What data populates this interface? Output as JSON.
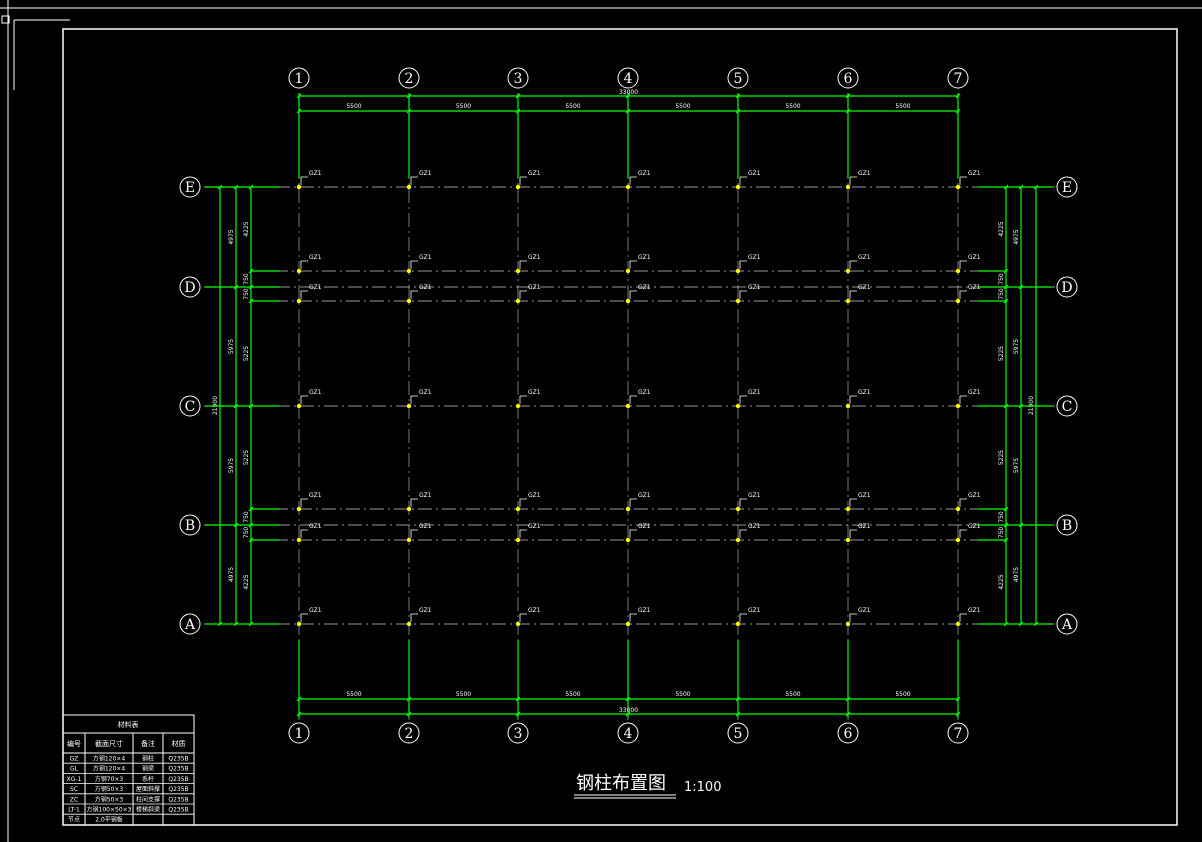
{
  "drawing": {
    "title": "钢柱布置图",
    "scale": "1:100",
    "column_tag": "GZ1"
  },
  "axes_x": {
    "labels": [
      "1",
      "2",
      "3",
      "4",
      "5",
      "6",
      "7"
    ],
    "spans": [
      "5500",
      "5500",
      "5500",
      "5500",
      "5500",
      "5500"
    ],
    "total": "33000"
  },
  "axes_y": {
    "labels": [
      "E",
      "D",
      "C",
      "B",
      "A"
    ],
    "left_outer": [
      "4975",
      "5975",
      "5975",
      "4975"
    ],
    "left_inner": [
      "4225",
      "750",
      "750",
      "5225",
      "5225",
      "750",
      "750",
      "4225"
    ],
    "right_inner": [
      "4225",
      "750",
      "750",
      "5225",
      "5225",
      "750",
      "750",
      "4225"
    ],
    "right_outer": [
      "4975",
      "5975",
      "5975",
      "4975"
    ],
    "total": "21900"
  },
  "materials_table": {
    "title": "材料表",
    "headers": [
      "编号",
      "截面尺寸",
      "备注",
      "材质"
    ],
    "rows": [
      [
        "GZ",
        "方钢120×4",
        "钢柱",
        "Q235B"
      ],
      [
        "GL",
        "方钢120×4",
        "钢梁",
        "Q235B"
      ],
      [
        "XG-1",
        "方钢70×3",
        "系杆",
        "Q235B"
      ],
      [
        "SC",
        "方钢50×3",
        "屋面斜撑",
        "Q235B"
      ],
      [
        "ZC",
        "方钢50×3",
        "柱间支撑",
        "Q235B"
      ],
      [
        "LT-1",
        "方钢100×50×3",
        "楼梯斜梁",
        "Q235B"
      ],
      [
        "节点",
        "2.0平钢板",
        "",
        ""
      ]
    ]
  },
  "colors": {
    "background": "#000000",
    "frame": "#ffffff",
    "dimension": "#00ff00",
    "column": "#ffff00",
    "grid": "#c8c8c8"
  }
}
